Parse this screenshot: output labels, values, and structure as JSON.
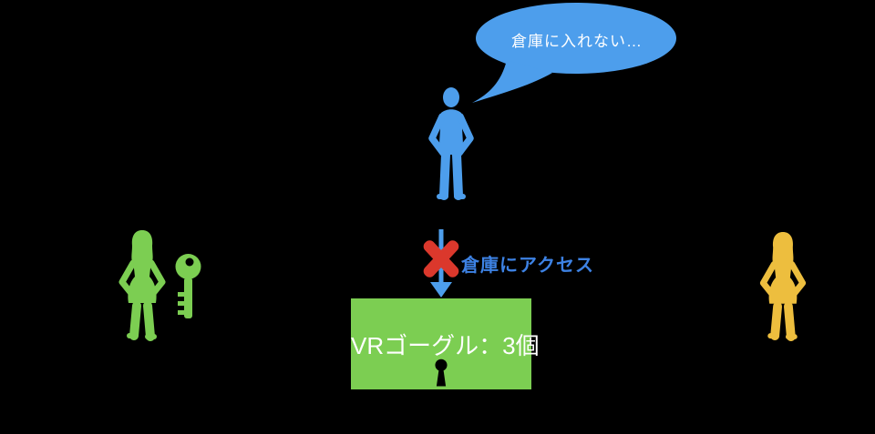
{
  "canvas": {
    "background": "#000000"
  },
  "palette": {
    "blue": "#4D9EEC",
    "label_blue": "#3D82E4",
    "red": "#DB382C",
    "green": "#7CCE52",
    "yellow": "#EDBE3E",
    "white": "#FFFFFF",
    "black": "#000000"
  },
  "speech_bubble": {
    "text": "倉庫に入れない…",
    "fill": "#4D9EEC",
    "text_color": "#FFFFFF"
  },
  "blocked_access": {
    "label": "倉庫にアクセス",
    "label_color": "#3D82E4",
    "x_mark_icon": "x-mark",
    "arrow_icon": "down-arrow",
    "arrow_color": "#4D9EEC",
    "x_color": "#DB382C"
  },
  "warehouse_box": {
    "label": "VRゴーグル：3個",
    "background": "#7CCE52",
    "text_color": "#FFFFFF",
    "lock_icon": "keyhole"
  },
  "figures": {
    "blue_person": {
      "icon": "man-silhouette",
      "color": "#4D9EEC"
    },
    "green_person": {
      "icon": "woman-silhouette",
      "color": "#7CCE52"
    },
    "green_key": {
      "icon": "key",
      "color": "#7CCE52"
    },
    "yellow_person": {
      "icon": "woman-silhouette",
      "color": "#EDBE3E"
    }
  }
}
